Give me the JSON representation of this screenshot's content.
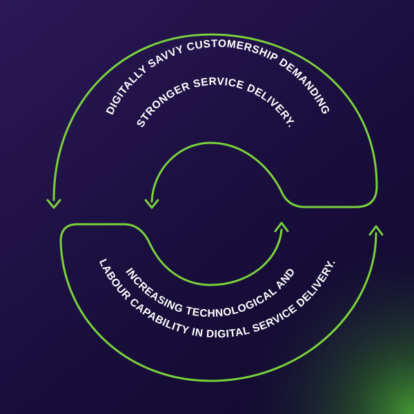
{
  "colors": {
    "background_top": "#2a1656",
    "background_mid": "#170d38",
    "background_glow": "#3f8f2d",
    "line": "#7bd23c",
    "text": "#ffffff"
  },
  "cycle": {
    "upper_text_line1": "DIGITALLY SAVVY CUSTOMERSHIP DEMANDING",
    "upper_text_line2": "STRONGER SERVICE DELIVERY.",
    "lower_text_line1": "INCREASING TECHNOLOGICAL AND",
    "lower_text_line2": "LABOUR CAPABILITY IN DIGITAL SERVICE DELIVERY."
  }
}
